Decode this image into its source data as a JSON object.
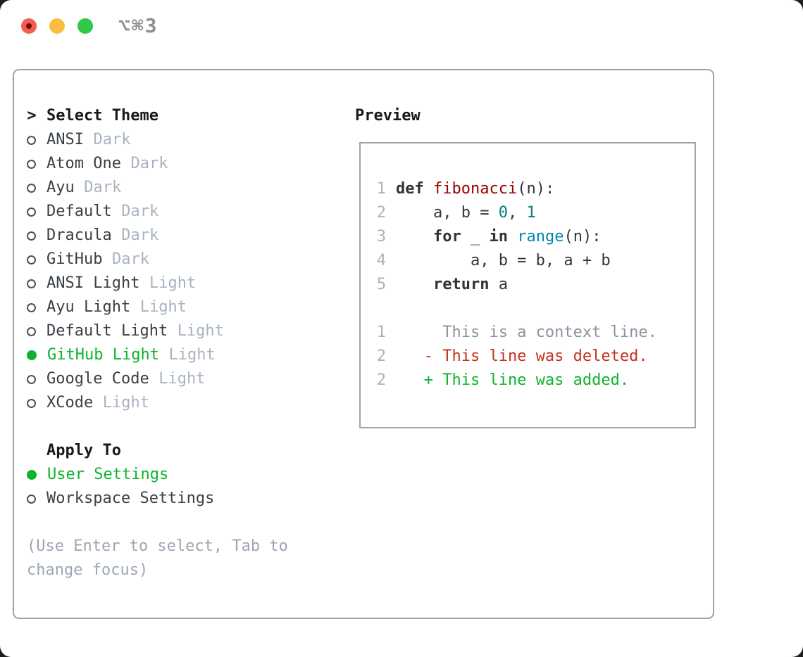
{
  "window": {
    "title": "⌥⌘3",
    "traffic_lights": {
      "close": "close-button",
      "minimize": "minimize-button",
      "zoom": "zoom-button"
    }
  },
  "theme_panel": {
    "header": {
      "marker": ">",
      "label": "Select Theme"
    },
    "themes": [
      {
        "name": "ANSI",
        "tag": "Dark",
        "selected": false
      },
      {
        "name": "Atom One",
        "tag": "Dark",
        "selected": false
      },
      {
        "name": "Ayu",
        "tag": "Dark",
        "selected": false
      },
      {
        "name": "Default",
        "tag": "Dark",
        "selected": false
      },
      {
        "name": "Dracula",
        "tag": "Dark",
        "selected": false
      },
      {
        "name": "GitHub",
        "tag": "Dark",
        "selected": false
      },
      {
        "name": "ANSI Light",
        "tag": "Light",
        "selected": false
      },
      {
        "name": "Ayu Light",
        "tag": "Light",
        "selected": false
      },
      {
        "name": "Default Light",
        "tag": "Light",
        "selected": false
      },
      {
        "name": "GitHub Light",
        "tag": "Light",
        "selected": true
      },
      {
        "name": "Google Code",
        "tag": "Light",
        "selected": false
      },
      {
        "name": "XCode",
        "tag": "Light",
        "selected": false
      }
    ],
    "apply_to": {
      "label": "Apply To",
      "options": [
        {
          "name": "User Settings",
          "selected": true
        },
        {
          "name": "Workspace Settings",
          "selected": false
        }
      ]
    },
    "hint": "(Use Enter to select, Tab to\nchange focus)"
  },
  "preview": {
    "label": "Preview",
    "code_lines": [
      {
        "num": "1",
        "tokens": [
          {
            "t": "def ",
            "c": "keyword"
          },
          {
            "t": "fibonacci",
            "c": "title"
          },
          {
            "t": "(n):",
            "c": "plain"
          }
        ]
      },
      {
        "num": "2",
        "tokens": [
          {
            "t": "    a, b = ",
            "c": "plain"
          },
          {
            "t": "0",
            "c": "number"
          },
          {
            "t": ", ",
            "c": "plain"
          },
          {
            "t": "1",
            "c": "number"
          }
        ]
      },
      {
        "num": "3",
        "tokens": [
          {
            "t": "    ",
            "c": "plain"
          },
          {
            "t": "for",
            "c": "keyword"
          },
          {
            "t": " _ ",
            "c": "plain"
          },
          {
            "t": "in",
            "c": "keyword"
          },
          {
            "t": " ",
            "c": "plain"
          },
          {
            "t": "range",
            "c": "builtin"
          },
          {
            "t": "(n):",
            "c": "plain"
          }
        ]
      },
      {
        "num": "4",
        "tokens": [
          {
            "t": "        a, b = b, a + b",
            "c": "plain"
          }
        ]
      },
      {
        "num": "5",
        "tokens": [
          {
            "t": "    ",
            "c": "plain"
          },
          {
            "t": "return",
            "c": "keyword"
          },
          {
            "t": " a",
            "c": "plain"
          }
        ]
      }
    ],
    "diff_lines": [
      {
        "num": "1",
        "text": "     This is a context line.",
        "kind": "context"
      },
      {
        "num": "2",
        "text": "   - This line was deleted.",
        "kind": "deleted"
      },
      {
        "num": "2",
        "text": "   + This line was added.",
        "kind": "added"
      }
    ]
  },
  "colors": {
    "accent_green": "#0db32d",
    "panel_border": "#9ba4b0",
    "text_primary": "#17191c",
    "theme_name": "#3a4046",
    "muted_tag": "#a9b3bf",
    "hint": "#9ca6b4",
    "line_number": "#a8b2bf",
    "code_plain": "#30363d",
    "code_keyword": "#333333",
    "code_title": "#990000",
    "code_number": "#008080",
    "code_builtin": "#0086b3",
    "diff_context": "#8b949e",
    "diff_deleted": "#c5311d",
    "diff_added": "#0db32d",
    "traffic_red": "#f25d53",
    "traffic_red_dot": "#6e0f0d",
    "traffic_yellow": "#fcbd3e",
    "traffic_green": "#30c845",
    "title_text": "#8e8e93"
  }
}
